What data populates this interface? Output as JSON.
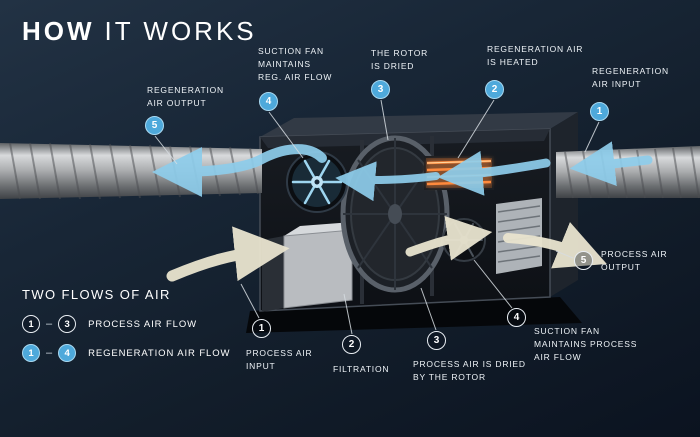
{
  "title": {
    "part1": "HOW",
    "part2": "IT WORKS"
  },
  "colors": {
    "background_top": "#223244",
    "background_bottom": "#0b1320",
    "regeneration_blue": "#8ecdeb",
    "callout_blue": "#4ea9db",
    "process_cream": "#e9e4cf",
    "heater_orange": "#ff8a3c",
    "text_white": "#eef3f7"
  },
  "callouts": {
    "regeneration": [
      {
        "number": "5",
        "label": "REGENERATION\nAIR OUTPUT"
      },
      {
        "number": "4",
        "label": "SUCTION FAN\nMAINTAINS\nREG. AIR FLOW"
      },
      {
        "number": "3",
        "label": "THE ROTOR\nIS DRIED"
      },
      {
        "number": "2",
        "label": "REGENERATION AIR\nIS HEATED"
      },
      {
        "number": "1",
        "label": "REGENERATION\nAIR INPUT"
      }
    ],
    "process": [
      {
        "number": "1",
        "label": "PROCESS AIR\nINPUT"
      },
      {
        "number": "2",
        "label": "FILTRATION"
      },
      {
        "number": "3",
        "label": "PROCESS AIR IS DRIED\nBY THE ROTOR"
      },
      {
        "number": "4",
        "label": "SUCTION FAN\nMAINTAINS PROCESS\nAIR FLOW"
      },
      {
        "number": "5",
        "label": "PROCESS AIR\nOUTPUT"
      }
    ]
  },
  "legend": {
    "heading": "TWO FLOWS OF AIR",
    "rows": [
      {
        "from": "1",
        "dash": "–",
        "to": "3",
        "label": "PROCESS AIR FLOW",
        "style": "outline"
      },
      {
        "from": "1",
        "dash": "–",
        "to": "4",
        "label": "REGENERATION AIR FLOW",
        "style": "blue"
      }
    ]
  }
}
